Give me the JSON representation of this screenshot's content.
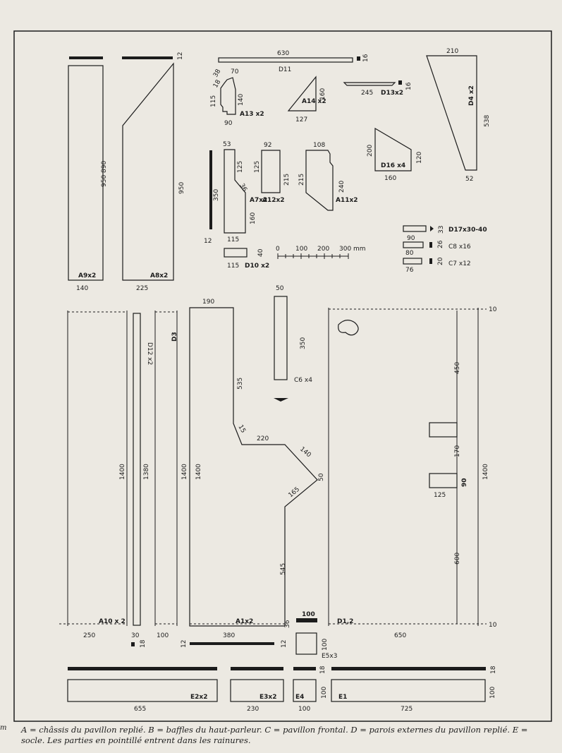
{
  "colors": {
    "paper": "#ece9e2",
    "ink": "#1c1c1c"
  },
  "pieces": {
    "a9": {
      "label": "A9x2",
      "width": "140",
      "heights": "950 890"
    },
    "a8": {
      "label": "A8x2",
      "width": "225",
      "height": "950",
      "thickness": "12"
    },
    "d11": {
      "label": "D11",
      "length": "630",
      "thickness": "16"
    },
    "a13": {
      "label": "A13 x2",
      "dims": [
        "38",
        "70",
        "18",
        "115",
        "140",
        "90"
      ]
    },
    "a14": {
      "label": "A14 x2",
      "dims": [
        "160",
        "127"
      ]
    },
    "d13": {
      "label": "D13x2",
      "length": "245",
      "thickness": "16"
    },
    "d4": {
      "label": "D4 x2",
      "dims": [
        "210",
        "538",
        "52"
      ]
    },
    "d16": {
      "label": "D16 x4",
      "dims": [
        "200",
        "120",
        "160"
      ]
    },
    "a7": {
      "label": "A7x2",
      "dims": [
        "53",
        "125",
        "36",
        "160",
        "115",
        "350",
        "12"
      ]
    },
    "a12": {
      "label": "A12x2",
      "dims": [
        "92",
        "125",
        "215"
      ]
    },
    "a11": {
      "label": "A11x2",
      "dims": [
        "108",
        "215",
        "240"
      ]
    },
    "d10": {
      "label": "D10 x2",
      "dims": [
        "115",
        "40"
      ]
    },
    "scale": {
      "ticks": [
        "0",
        "100",
        "200",
        "300 mm"
      ]
    },
    "d17": {
      "label": "D17x30-40",
      "dims": [
        "90",
        "33"
      ]
    },
    "c8": {
      "label": "C8 x16",
      "dims": [
        "80",
        "26"
      ]
    },
    "c7": {
      "label": "C7 x12",
      "dims": [
        "76",
        "20"
      ]
    },
    "a10": {
      "label": "A10 x 2",
      "width": "250",
      "height": "1400"
    },
    "d12": {
      "label": "D12 x2",
      "width": "30",
      "height": "1380",
      "thickness": "18"
    },
    "d3": {
      "label": "D3",
      "width": "100",
      "height": "1400",
      "thickness": "12"
    },
    "a1": {
      "label": "A1x2",
      "dims": [
        "190",
        "1400",
        "535",
        "15",
        "220",
        "140",
        "50",
        "165",
        "545",
        "380",
        "12"
      ]
    },
    "c6": {
      "label": "C6 x4",
      "dims": [
        "50",
        "350"
      ]
    },
    "d12b": {
      "label": "D1,2",
      "dims": [
        "10",
        "450",
        "1400",
        "170",
        "90",
        "125",
        "600",
        "10",
        "650"
      ]
    },
    "e5": {
      "label": "E5x3",
      "dims": [
        "36",
        "100",
        "100"
      ]
    },
    "e2": {
      "label": "E2x2",
      "width": "655",
      "thickness": "18"
    },
    "e3": {
      "label": "E3x2",
      "width": "230"
    },
    "e4": {
      "label": "E4",
      "width": "100",
      "height": "100"
    },
    "e1": {
      "label": "E1",
      "width": "725",
      "height": "100",
      "thickness": "18"
    }
  },
  "caption": "A = châssis du pavillon replié. B = baffles du haut-parleur. C = pavillon frontal. D = parois externes du pavillon replié. E = socle. Les parties en pointillé entrent dans les rainures.",
  "edge_mark": "m"
}
